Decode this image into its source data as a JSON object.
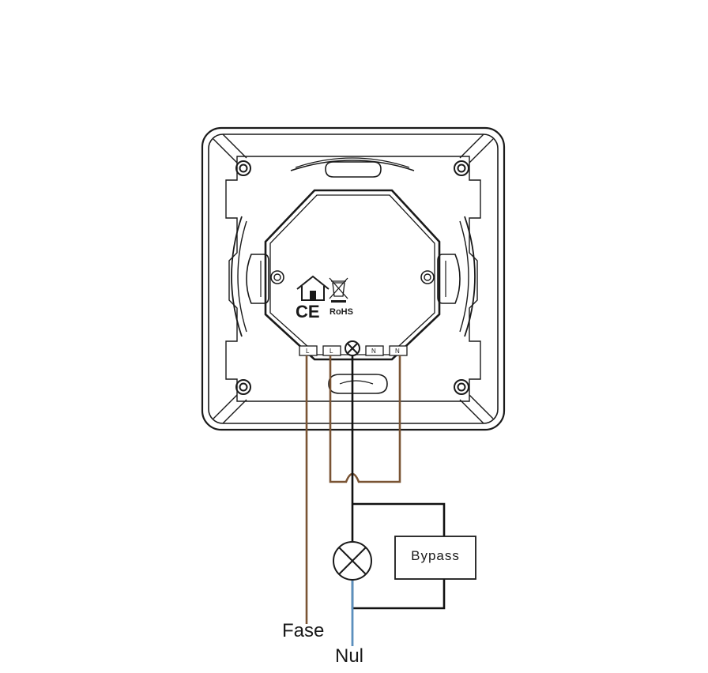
{
  "labels": {
    "fase": "Fase",
    "nul": "Nul",
    "bypass": "Bypass",
    "rohs": "RoHS",
    "ce": "CE"
  },
  "terminals": [
    "L",
    "L",
    "N",
    "N"
  ],
  "colors": {
    "outline": "#1a1a1a",
    "phase_wire": "#7a5434",
    "neutral_wire": "#5b8fbd",
    "load_wire": "#111111"
  },
  "icons": [
    "house-icon",
    "weee-bin-icon",
    "ce-mark",
    "lamp-symbol-icon"
  ]
}
